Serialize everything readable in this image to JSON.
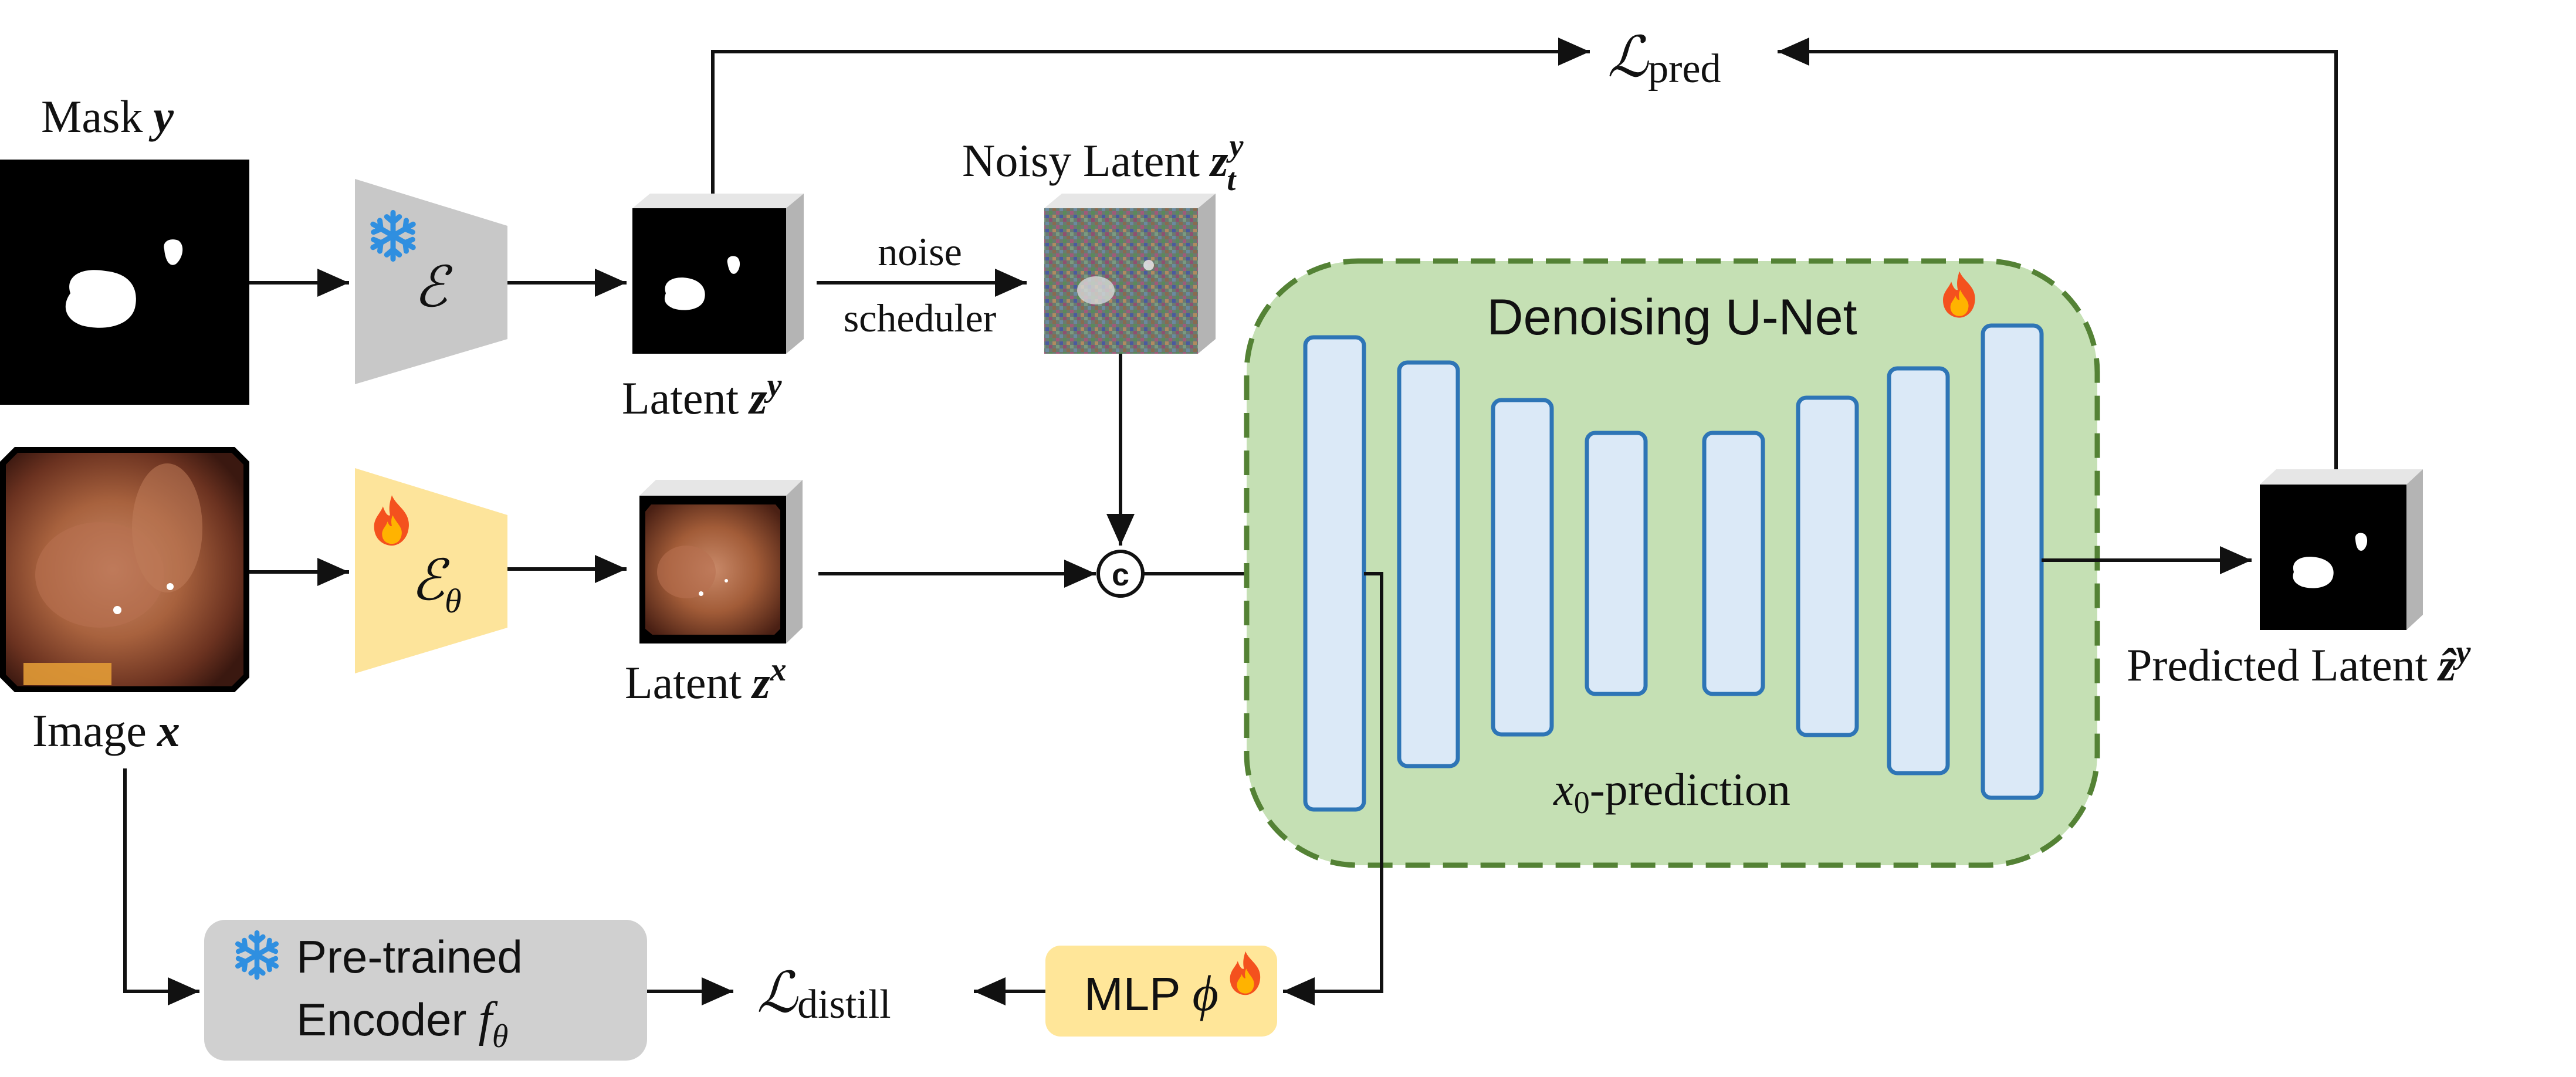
{
  "labels": {
    "mask": "Mask",
    "mask_var": "y",
    "image": "Image",
    "image_var": "x",
    "latent_zy": "Latent",
    "latent_zx": "Latent",
    "noisy_latent": "Noisy Latent",
    "noise_line1": "noise",
    "noise_line2": "scheduler",
    "unet_title": "Denoising U-Net",
    "x0_prediction_suffix": "-prediction",
    "predicted_latent": "Predicted Latent",
    "loss_pred_sub": "pred",
    "loss_distill_sub": "distill",
    "encoder_line1": "Pre-trained",
    "encoder_line2": "Encoder",
    "mlp": "MLP",
    "concat": "c"
  },
  "trainable": {
    "frozen_icon": "snowflake-icon",
    "trainable_icon": "flame-icon"
  },
  "colors": {
    "frozen_encoder": "#c8c8c8",
    "trainable_encoder": "#fde49b",
    "unet_background": "#c5e0b4",
    "unet_border": "#548235",
    "unet_block_fill": "#dbe9f7",
    "unet_block_border": "#2e75b6",
    "pretrained_box": "#d0d0d0",
    "mlp_box": "#ffe699"
  }
}
